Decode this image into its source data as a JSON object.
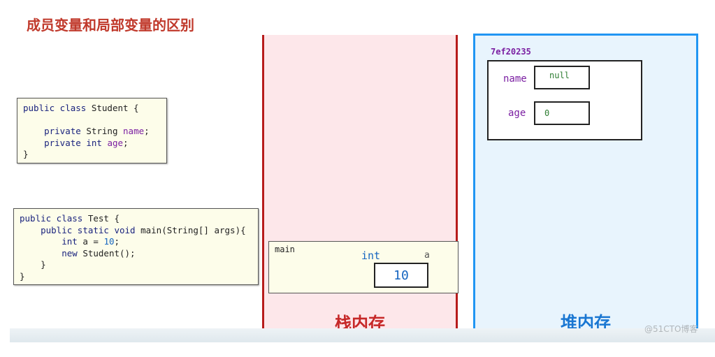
{
  "title": "成员变量和局部变量的区别",
  "student_code": {
    "line1_kw": "public class",
    "line1_rest": " Student {",
    "line2_kw": "private",
    "line2_type": " String ",
    "line2_var": "name",
    "line2_end": ";",
    "line3_kw": "private int",
    "line3_var": "age",
    "line3_end": ";",
    "line4": "}"
  },
  "test_code": {
    "l1_kw": "public class",
    "l1_rest": " Test {",
    "l2_kw": "public static void",
    "l2_rest": " main(String[] args){",
    "l3_kw": "int",
    "l3_rest": " a = ",
    "l3_num": "10",
    "l3_end": ";",
    "l4_kw": "new",
    "l4_rest": " Student();",
    "l5": "}",
    "l6": "}"
  },
  "stack": {
    "label": "栈内存",
    "frame_name": "main",
    "var_type": "int",
    "var_name": "a",
    "var_value": "10"
  },
  "heap": {
    "label": "堆内存",
    "address": "7ef20235",
    "fields": [
      {
        "name": "name",
        "value": "null"
      },
      {
        "name": "age",
        "value": "0"
      }
    ]
  },
  "watermark": "@51CTO博客",
  "colors": {
    "title": "#c0392b",
    "stack_bg": "#fde7ea",
    "stack_border": "#b71c1c",
    "heap_bg": "#e8f4fd",
    "heap_border": "#2196f3"
  }
}
